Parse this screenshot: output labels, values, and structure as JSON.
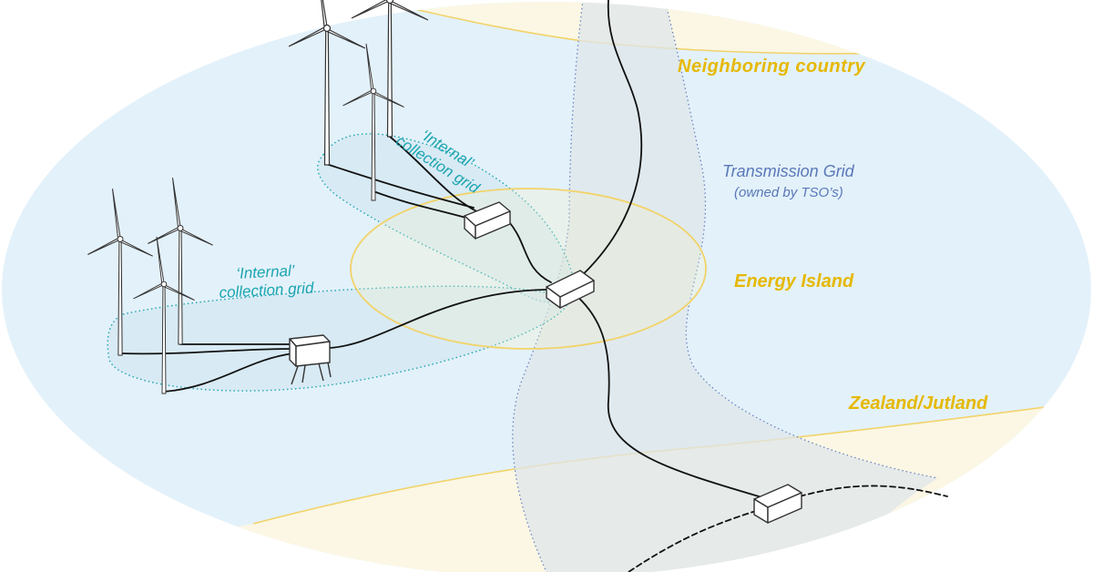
{
  "labels": {
    "neighboring_country": "Neighboring country",
    "transmission_grid": "Transmission Grid",
    "transmission_owner": "(owned by TSO’s)",
    "energy_island": "Energy Island",
    "zealand_jutland": "Zealand/Jutland",
    "collection_grid_upper_1": "‘Internal’",
    "collection_grid_upper_2": "collection grid",
    "collection_grid_lower_1": "‘Internal’",
    "collection_grid_lower_2": "collection grid"
  },
  "colors": {
    "sea": "#e3f1fa",
    "land": "#fbf7e4",
    "transmission_corridor": "#dfe5ea",
    "collection_area": "#cfe4ee",
    "energy_island_ring": "#f2d36a",
    "label_gold": "#e6b800",
    "label_teal": "#1ba5b0",
    "label_blue": "#5a78b8",
    "cable": "#111111"
  },
  "icons": [
    "wind-turbine-icon",
    "substation-icon",
    "platform-substation-icon"
  ]
}
